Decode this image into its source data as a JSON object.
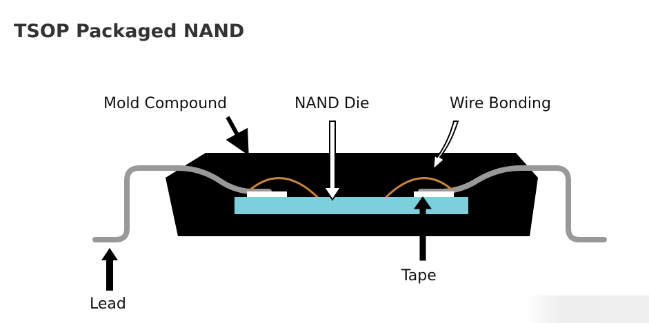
{
  "title": "TSOP Packaged NAND",
  "labels": {
    "mold_compound": "Mold Compound",
    "nand_die": "NAND Die",
    "wire_bonding": "Wire Bonding",
    "tape": "Tape",
    "lead": "Lead"
  },
  "colors": {
    "package_body": "#000000",
    "die": "#7ccfdb",
    "lead": "#999999",
    "wire": "#c8843f",
    "tape": "#ffffff",
    "title_text": "#333333"
  }
}
